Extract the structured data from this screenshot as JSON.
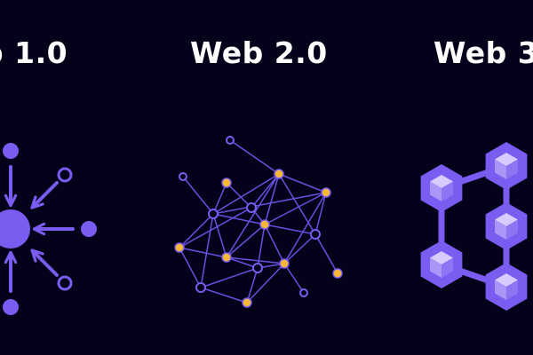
{
  "columns": [
    {
      "title": "b 1.0",
      "icon": "centralized-hub-icon"
    },
    {
      "title": "Web 2.0",
      "icon": "network-graph-icon"
    },
    {
      "title": "Web 3",
      "icon": "blockchain-cubes-icon"
    }
  ],
  "colors": {
    "background": "#03021a",
    "accent": "#7b5cf0",
    "node_highlight": "#f5b935",
    "title": "#ffffff"
  }
}
